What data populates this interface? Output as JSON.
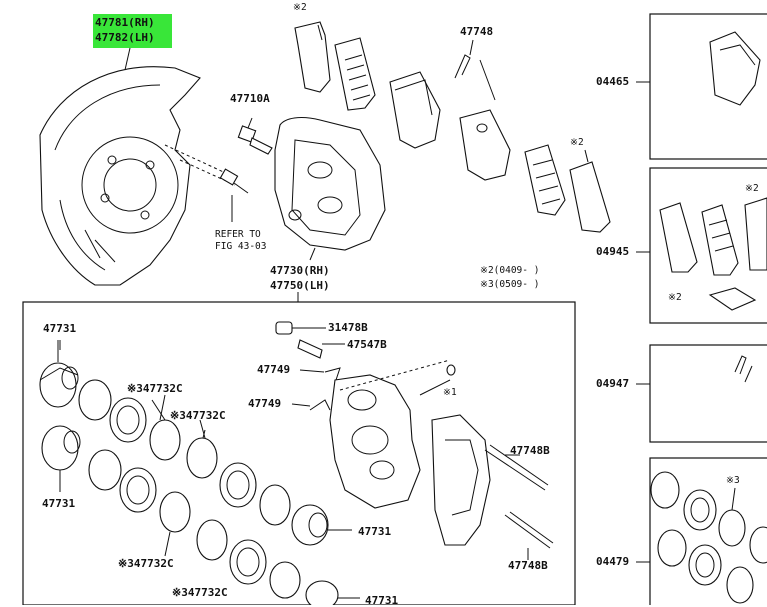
{
  "labels": {
    "shield_rh": "47781(RH)",
    "shield_lh": "47782(LH)",
    "bolt_47710a": "47710A",
    "refer_line1": "REFER TO",
    "refer_line2": "FIG 43-03",
    "note2_top": "※2",
    "clip_47748": "47748",
    "note2_mid": "※2",
    "caliper_rh": "47730(RH)",
    "caliper_lh": "47750(LH)",
    "note2_date": "※2(0409-    )",
    "note3_date": "※3(0509-    )",
    "p47731_a": "47731",
    "p47732c_a": "※347732C",
    "p47732c_b": "※347732C",
    "p47731_b": "47731",
    "p47732c_c": "※347732C",
    "p47732c_d": "※347732C",
    "p31478b": "31478B",
    "p47547b": "47547B",
    "p47749_a": "47749",
    "p47749_b": "47749",
    "note1": "※1",
    "p47748b_a": "47748B",
    "p47748b_b": "47748B",
    "p47731_c": "47731",
    "p47731_d": "47731",
    "kit_04465": "04465",
    "kit_04945": "04945",
    "kit_04947": "04947",
    "kit_04479": "04479",
    "note2_kit": "※2",
    "note2_kit_b": "※2",
    "note3_kit": "※3"
  },
  "colors": {
    "highlight": "#39e639",
    "line": "#111111"
  }
}
